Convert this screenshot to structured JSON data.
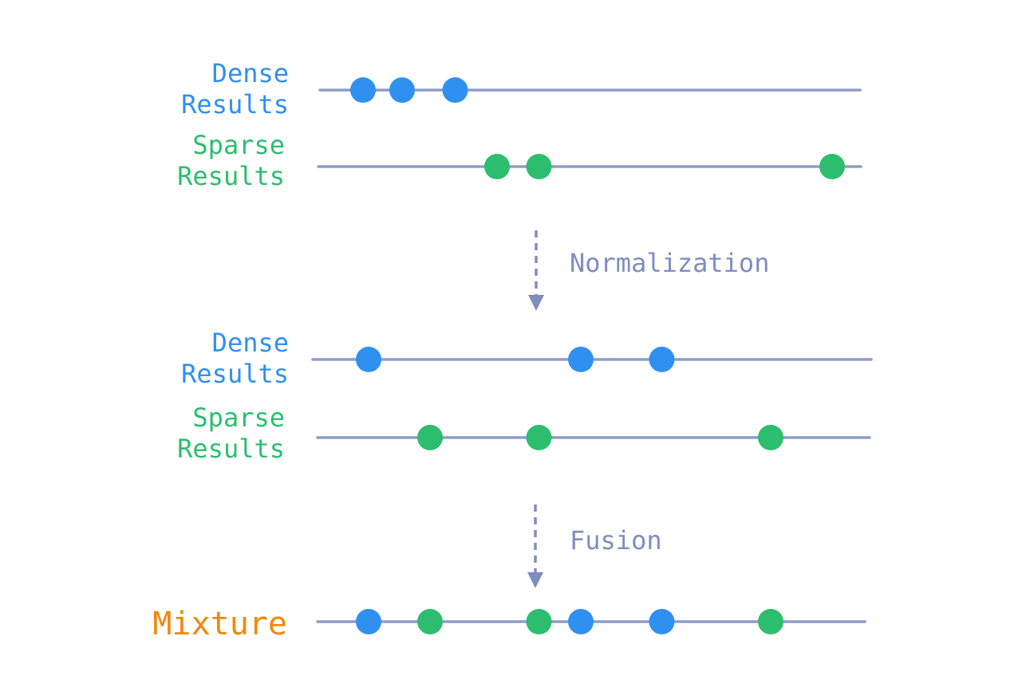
{
  "colors": {
    "dense": "#2f90f0",
    "sparse": "#2cbe6e",
    "mixture": "#f0890d",
    "axis": "#8d9cca",
    "step": "#7f8dbf",
    "background": "#ffffff"
  },
  "labels": {
    "dense_line1": "Dense",
    "dense_line2": "Results",
    "sparse_line1": "Sparse",
    "sparse_line2": "Results",
    "normalization": "Normalization",
    "fusion": "Fusion",
    "mixture": "Mixture"
  },
  "diagram": {
    "rows": [
      {
        "id": "dense-raw",
        "kind": "dense",
        "label_lines": [
          "Dense",
          "Results"
        ],
        "points": [
          0.09,
          0.16,
          0.255
        ]
      },
      {
        "id": "sparse-raw",
        "kind": "sparse",
        "label_lines": [
          "Sparse",
          "Results"
        ],
        "points": [
          0.33,
          0.405,
          0.93
        ]
      },
      {
        "id": "dense-norm",
        "kind": "dense",
        "label_lines": [
          "Dense",
          "Results"
        ],
        "points": [
          0.1,
          0.48,
          0.625
        ]
      },
      {
        "id": "sparse-norm",
        "kind": "sparse",
        "label_lines": [
          "Sparse",
          "Results"
        ],
        "points": [
          0.21,
          0.405,
          0.82
        ]
      },
      {
        "id": "mixture",
        "kind": "mixture",
        "label_lines": [
          "Mixture"
        ],
        "points": [
          {
            "kind": "dense",
            "value": 0.1
          },
          {
            "kind": "sparse",
            "value": 0.21
          },
          {
            "kind": "sparse",
            "value": 0.405
          },
          {
            "kind": "dense",
            "value": 0.48
          },
          {
            "kind": "dense",
            "value": 0.625
          },
          {
            "kind": "sparse",
            "value": 0.82
          }
        ]
      }
    ],
    "steps": [
      {
        "id": "step-normalization",
        "label": "Normalization"
      },
      {
        "id": "step-fusion",
        "label": "Fusion"
      }
    ]
  }
}
